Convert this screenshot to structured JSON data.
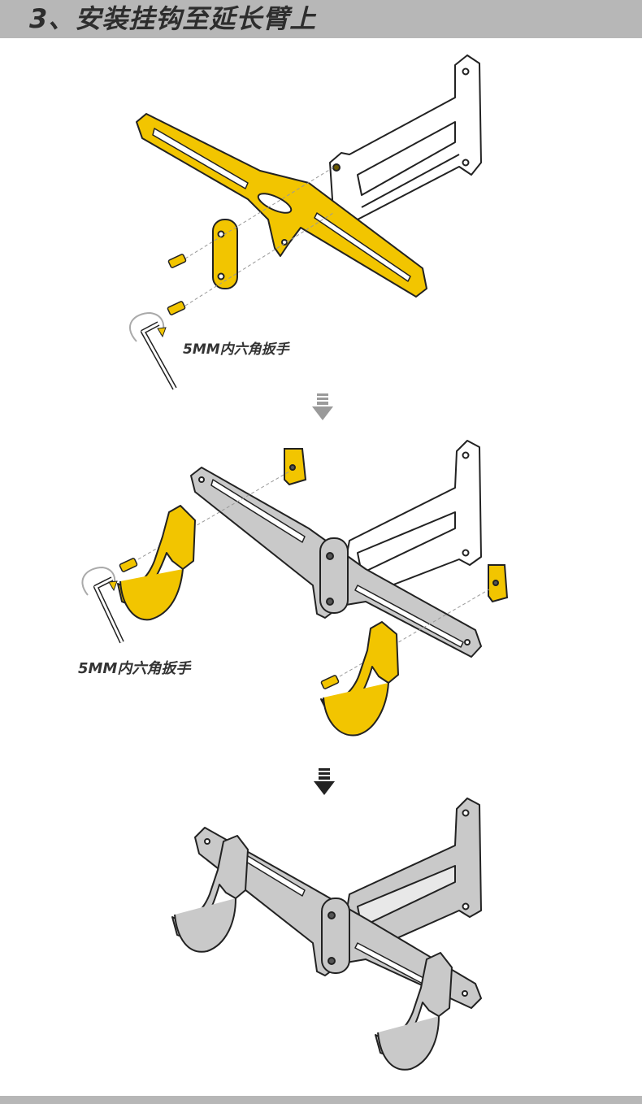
{
  "header": {
    "title": "3、安装挂钩至延长臂上"
  },
  "steps": [
    {
      "caption": "5MM内六角扳手"
    },
    {
      "caption": "5MM内六角扳手"
    },
    {
      "caption": ""
    }
  ],
  "colors": {
    "header_bg": "#b7b7b7",
    "highlight_part": "#f2c500",
    "gray_part": "#c8c8c8",
    "outline": "#222222"
  },
  "icons": [
    "down-arrow-icon",
    "down-arrow-icon",
    "hex-key-icon",
    "hex-key-icon"
  ]
}
